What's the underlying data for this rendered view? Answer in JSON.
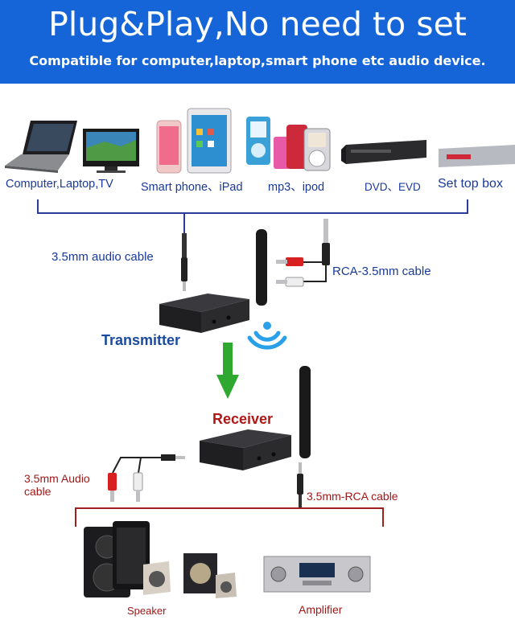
{
  "header": {
    "title": "Plug&Play,No need to set",
    "subtitle": "Compatible for computer,laptop,smart phone etc audio device."
  },
  "sources": [
    {
      "label": "Computer,Laptop,TV"
    },
    {
      "label": "Smart phone、iPad"
    },
    {
      "label": "mp3、ipod"
    },
    {
      "label": "DVD、EVD"
    },
    {
      "label": "Set top box"
    }
  ],
  "cables": {
    "audio_in": "3.5mm audio cable",
    "rca_in": "RCA-3.5mm cable",
    "audio_out": "3.5mm Audio\ncable",
    "rca_out": "3.5mm-RCA cable"
  },
  "devices": {
    "transmitter": "Transmitter",
    "receiver": "Receiver"
  },
  "outputs": [
    {
      "label": "Speaker"
    },
    {
      "label": "Amplifier"
    }
  ],
  "colors": {
    "banner": "#1565d8",
    "source_line": "#2a3b9a",
    "output_line": "#a02020",
    "arrow": "#2ea82e",
    "signal": "#2aa0e8"
  }
}
